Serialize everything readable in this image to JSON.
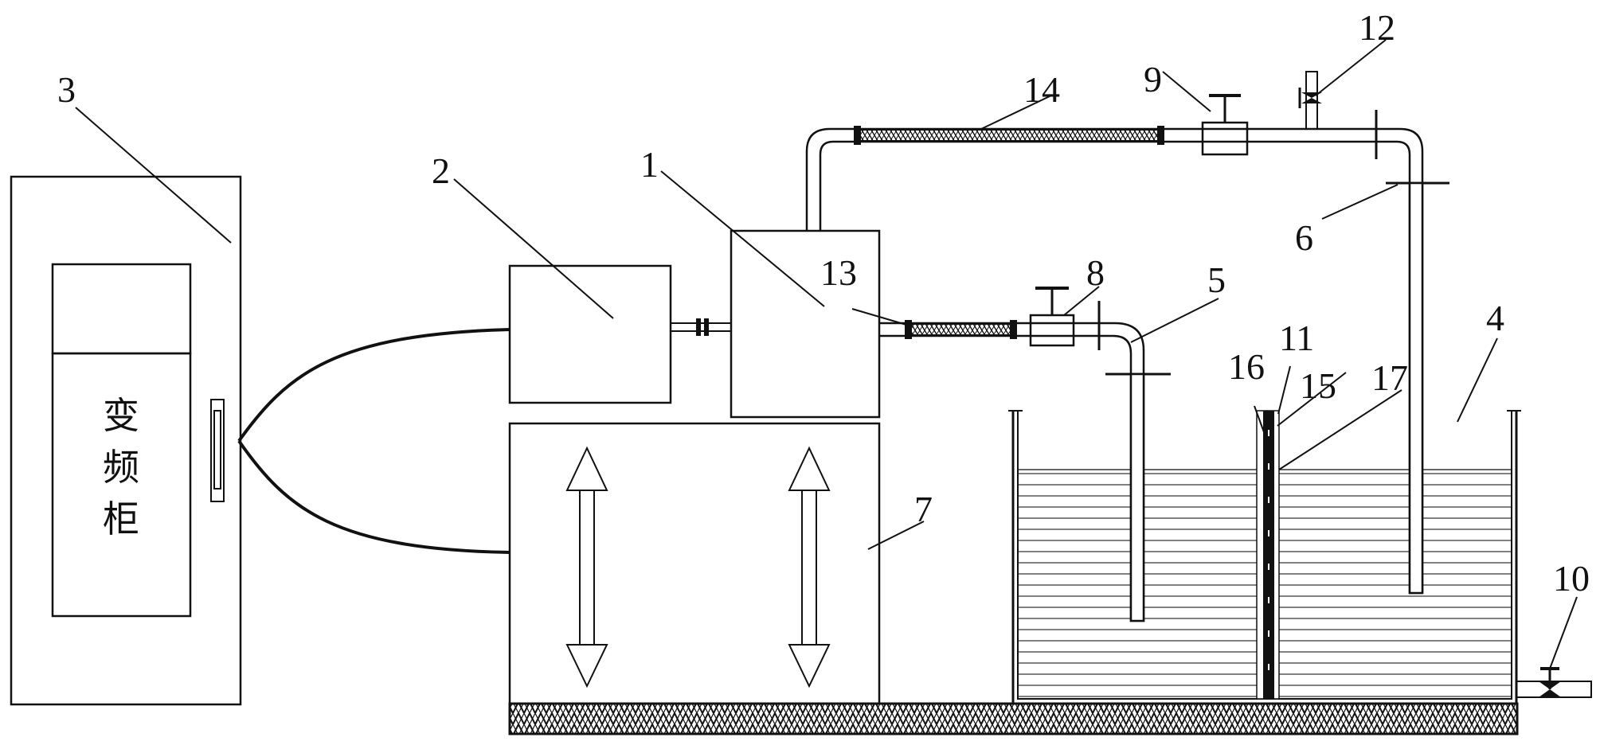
{
  "diagram": {
    "type": "schematic",
    "description": "Pipe flow / water tank test apparatus with variable-frequency cabinet",
    "cabinet_text": [
      "变",
      "频",
      "柜"
    ],
    "labels": [
      {
        "id": "1",
        "text": "1"
      },
      {
        "id": "2",
        "text": "2"
      },
      {
        "id": "3",
        "text": "3"
      },
      {
        "id": "4",
        "text": "4"
      },
      {
        "id": "5",
        "text": "5"
      },
      {
        "id": "6",
        "text": "6"
      },
      {
        "id": "7",
        "text": "7"
      },
      {
        "id": "8",
        "text": "8"
      },
      {
        "id": "9",
        "text": "9"
      },
      {
        "id": "10",
        "text": "10"
      },
      {
        "id": "11",
        "text": "11"
      },
      {
        "id": "12",
        "text": "12"
      },
      {
        "id": "13",
        "text": "13"
      },
      {
        "id": "14",
        "text": "14"
      },
      {
        "id": "15",
        "text": "15"
      },
      {
        "id": "16",
        "text": "16"
      },
      {
        "id": "17",
        "text": "17"
      }
    ],
    "components": {
      "1": "pump box",
      "2": "motor box",
      "3": "variable-frequency cabinet",
      "4": "water tank",
      "5": "lower pipe outlet",
      "6": "upper pipe outlet",
      "7": "lifting platform",
      "8": "lower valve",
      "9": "upper valve",
      "10": "drain valve",
      "11": "measuring column",
      "12": "small valve",
      "13": "lower flexible hose",
      "14": "upper flexible hose",
      "15": "scale strip",
      "16": "left marker",
      "17": "right marker"
    },
    "colors": {
      "line": "#111111",
      "background": "#ffffff"
    }
  }
}
